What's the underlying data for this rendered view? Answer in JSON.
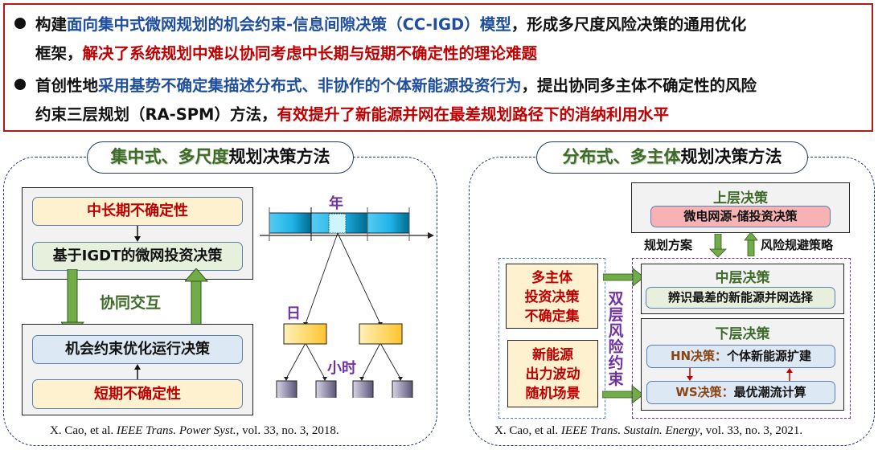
{
  "summary": {
    "bullet1": {
      "line1": [
        {
          "text": "构建",
          "style": "black"
        },
        {
          "text": "面向集中式微网规划的机会约束-信息间隙决策（CC-IGD）模型",
          "style": "blue"
        },
        {
          "text": "，形成多尺度风险决策的通用优化",
          "style": "black"
        }
      ],
      "line2": [
        {
          "text": "框架，",
          "style": "black"
        },
        {
          "text": "解决了系统规划中难以协同考虑中长期与短期不确定性的理论难题",
          "style": "red"
        }
      ]
    },
    "bullet2": {
      "line1": [
        {
          "text": "首创性地",
          "style": "black"
        },
        {
          "text": "采用基势不确定集描述分布式、非协作的个体新能源投资行为",
          "style": "blue"
        },
        {
          "text": "，提出协同多主体不确定性的风险",
          "style": "black"
        }
      ],
      "line2": [
        {
          "text": "约束三层规划（RA-SPM）方法，",
          "style": "black"
        },
        {
          "text": "有效提升了新能源并网在最差规划路径下的消纳利用水平",
          "style": "red"
        }
      ]
    }
  },
  "left_panel": {
    "title_green": "集中式、多尺度",
    "title_black": "规划决策方法",
    "box_mid_long_uncertainty": "中长期不确定性",
    "box_igdt_investment": "基于IGDT的微网投资决策",
    "interaction_label": "协同交互",
    "box_chance_constrained": "机会约束优化运行决策",
    "box_short_uncertainty": "短期不确定性",
    "timescale": {
      "year": "年",
      "day": "日",
      "hour": "小时"
    },
    "citation": {
      "authors": "X. Cao, et al. ",
      "journal": "IEEE Trans. Power Syst.",
      "details": ", vol. 33, no. 3, 2018."
    }
  },
  "right_panel": {
    "title_green": "分布式、多主体",
    "title_black": "规划决策方法",
    "upper": {
      "title": "上层决策",
      "content": "微电网源-储投资决策"
    },
    "down_arrow_label": "规划方案",
    "up_arrow_label": "风险规避策略",
    "middle": {
      "title": "中层决策",
      "content": "辨识最差的新能源并网选择"
    },
    "lower": {
      "title": "下层决策",
      "hn_prefix": "HN决策：",
      "hn_text": "个体新能源扩建",
      "ws_prefix": "WS决策：",
      "ws_text": "最优潮流计算"
    },
    "left_box1": [
      "多主体",
      "投资决策",
      "不确定集"
    ],
    "left_box2": [
      "新能源",
      "出力波动",
      "随机场景"
    ],
    "vertical_label": [
      "双",
      "层",
      "风",
      "险",
      "约",
      "束"
    ],
    "citation": {
      "authors": "X. Cao, et al. ",
      "journal": "IEEE Trans. Sustain. Energy",
      "details": ", vol. 33, no. 3, 2021."
    }
  }
}
